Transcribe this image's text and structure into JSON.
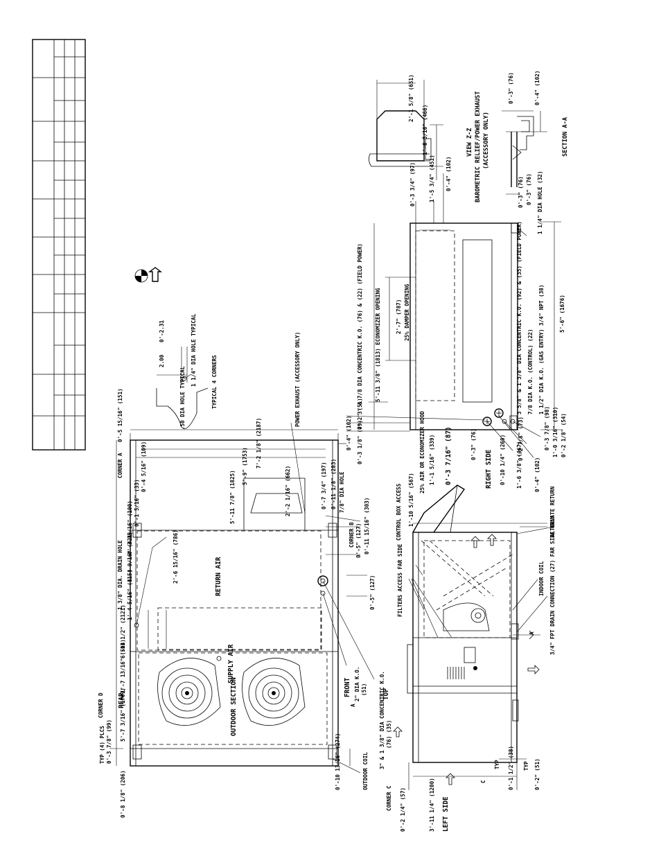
{
  "labels": {
    "typ_plcs": "TYP (4) PLCS",
    "corner_a": "CORNER A",
    "corner_b": "CORNER B",
    "corner_c": "CORNER C",
    "corner_d": "CORNER D",
    "rear": "REAR",
    "front": "FRONT",
    "top": "TOP",
    "outdoor_section": "OUTDOOR SECTION",
    "outdoor_coil": "OUTDOOR COIL",
    "supply_air": "SUPPLY AIR",
    "return_air": "RETURN AIR",
    "drain_hole": "1 3/8\" DIA. DRAIN HOLE",
    "power_exhaust": "POWER EXHAUST (ACCESSORY ONLY)",
    "dia_ko_2": "2\" DIA K.O.",
    "dia_ko_78": "7/8\" DIA HOLE",
    "concentric_ko_3": "3\" & 1 3/8\" DIA CONCENTRIC K.O.",
    "concentric_ko_top": "3\" & 7/8 DIA CONCENTRIC K.O. (76) & (22) (FIELD POWER)",
    "economizer_opening": "5'-11 3/8\" (1813) ECONOMIZER OPENING",
    "damper_opening": "25% DAMPER OPENING",
    "concentric_ko_field": "3 5/8\" & 1 3/8\" DIA CONCENTRIC K.O. (92) & (35) (FIELD POWER)",
    "ko_control": "7/8 DIA K.O. (CONTROL) (22)",
    "gas_entry": "1 1/2\" DIA K.O. (GAS ENTRY) 3/4\" NPT (38)",
    "dia_hole_114": "1 1/4\" DIA HOLE (32)",
    "view_zz": "VIEW Z-Z",
    "barometric": "BAROMETRIC RELIEF/POWER EXHAUST",
    "accessory_only": "(ACCESSORY ONLY)",
    "section_aa": "SECTION A-A",
    "typical_corners": "TYPICAL 4 CORNERS",
    "dia_hole_50": ".50 DIA HOLE TYPICAL",
    "dia_hole_114_typ": "1 1/4\" DIA HOLE TYPICAL",
    "filters": "FILTERS ACCESS FAR SIDE",
    "control_box": "CONTROL BOX ACCESS",
    "air_hood": "25% AIR OR ECONOMIZER HOOD",
    "right_side": "RIGHT SIDE",
    "left_side": "LEFT SIDE",
    "indoor_coil": "INDOOR COIL",
    "drain_connection": "3/4\" FPT DRAIN CONNECTION (27) FAR SIDE ONLY",
    "alternate_return": "ALTERNATE RETURN",
    "typ": "TYP",
    "mark_a": "A",
    "mark_c": "C"
  },
  "dims": {
    "d1": "0'-8 1/8\" (206)",
    "d2": "0'-3 7/8\" (99)",
    "d3": "5'-7 3/16\" (1707)",
    "d4": "0'-10 13/16\" (274)",
    "d5": "1'-7 13/16\" (504)",
    "d6": "6'-11 1/2\" (2121)",
    "d7": "1'-4 5/16\" (415)",
    "d8": "1'-4 9/16\" (421)",
    "d9": "2'-6 15/16\" (786)",
    "d10": "0'-5\" (127)",
    "d11": "0'-5\" (127)",
    "d12": "0'-11 15/16\" (303)",
    "d13": "0'-4 5/16\" (109)",
    "d14": "0'-1 5/16\" (33)",
    "d15": "0'-3 15/16\" (100)",
    "d16": "0'-5 15/16\" (151)",
    "d17": "5'-11 7/8\" (1825)",
    "d18": "5'-9\" (1753)",
    "d19": "7'-2 1/8\" (2187)",
    "d20": "2'-2 1/16\" (662)",
    "d21": "0'-7 3/4\" (197)",
    "d22": "0'-11 1/8\" (283)",
    "d23": "0'-2.31",
    "d24": "2.00",
    "d25": "0'-2 1/4\" (57)",
    "d26": "3'-11 1/4\" (1200)",
    "d27": "0'-1 1/2\" (38)",
    "d28": "0'-2\" (51)",
    "d29": "1'-10 5/16\" (567)",
    "d30": "1'-1 5/16\" (339)",
    "d31": "0'-3 7/16\" (87)",
    "d32": "0'-3\" (76)",
    "d33": "0'-10 1/4\" (260)",
    "d34": "1'-6 3/8\" (467)",
    "d35": "0'-4\" (102)",
    "d36": "0'-2 7/8\" (73)",
    "d37": "0'-3 7/8\" (98)",
    "d38": "1'-0 3/16\" (310)",
    "d39": "0'-2 1/8\" (54)",
    "d40": "0'-2\" (51)",
    "d41": "0'-4\" (102)",
    "d42": "0'-3 1/8\" (79)",
    "d43": "2'-7\" (787)",
    "d44": "5'-6\" (1676)",
    "d45": "0'-3 3/4\" (97)",
    "d46": "1'-5 3/4\" (451)",
    "d47": "0'-4\" (102)",
    "d48": "2'-1 5/8\" (651)",
    "d49": "1'-6 5/16\" (466)",
    "d50": "0'-3\" (76)",
    "d51": "0'-4\" (102)",
    "d52": "0'-3\" (76)",
    "d53": "0'-3\" (76)"
  }
}
